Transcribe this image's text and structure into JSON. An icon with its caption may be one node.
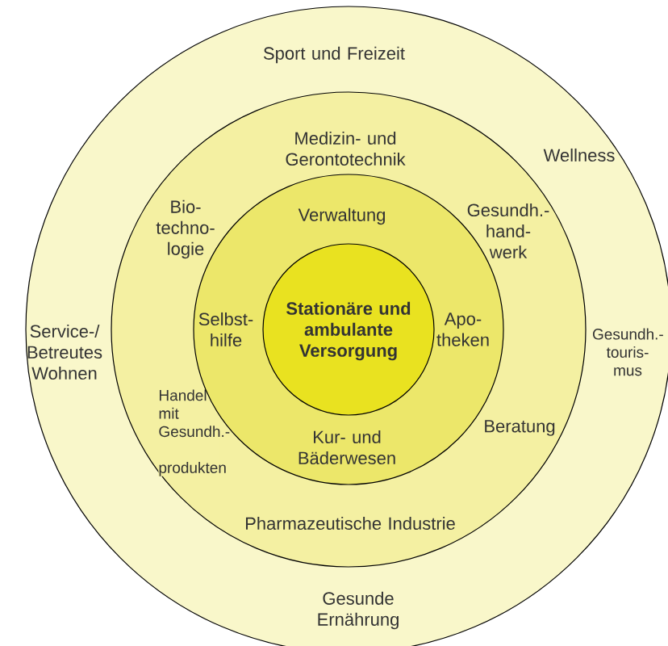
{
  "diagram": {
    "nodes": [
      {
        "text": [
          "Sport und Freizeit",
          "Wellness",
          "Service-/ Betreutes Wohnen",
          "Gesundh.- touris- mus",
          "Gesunde Ernährung"
        ]
      },
      {
        "text": [
          "Medizin- und Gerontotechnik",
          "Bio- techno- logie",
          "Gesundh.- hand- werk",
          "Handel mit Gesundh.- produkten",
          "Beratung",
          "Pharmazeutische Industrie"
        ],
        "in": 0
      },
      {
        "text": [
          "Verwaltung",
          "Selbst- hilfe",
          "Apo- theken",
          "Kur- und Bäderwesen"
        ],
        "in": 1
      },
      {
        "text": [
          "**Stationäre und ambulante Versorgung**"
        ],
        "in": 2
      }
    ]
  }
}
